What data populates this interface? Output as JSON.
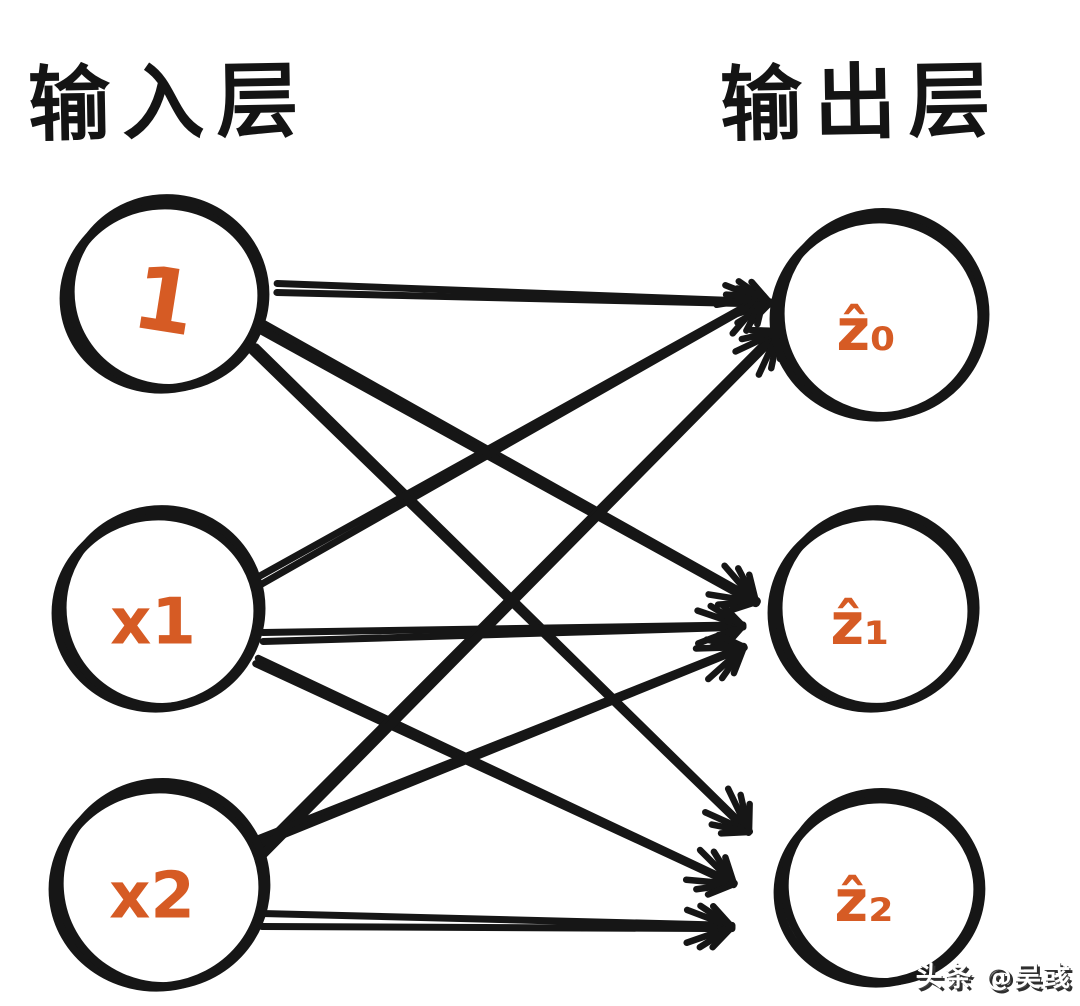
{
  "titles": {
    "input_layer": "输入层",
    "output_layer": "输出层"
  },
  "watermark": {
    "text": "头条 @吴彧"
  },
  "colors": {
    "ink": "#161616",
    "accent": "#d65b24",
    "background": "#ffffff"
  },
  "diagram": {
    "type": "neural-network",
    "style": "hand-drawn",
    "input_nodes": [
      {
        "id": "bias",
        "label": "1"
      },
      {
        "id": "x1",
        "label": "x1"
      },
      {
        "id": "x2",
        "label": "x2"
      }
    ],
    "output_nodes": [
      {
        "id": "z0",
        "label": "ẑ₀"
      },
      {
        "id": "z1",
        "label": "ẑ₁"
      },
      {
        "id": "z2",
        "label": "ẑ₂"
      }
    ],
    "edges": [
      {
        "from": "bias",
        "to": "z0"
      },
      {
        "from": "bias",
        "to": "z1"
      },
      {
        "from": "bias",
        "to": "z2"
      },
      {
        "from": "x1",
        "to": "z0"
      },
      {
        "from": "x1",
        "to": "z1"
      },
      {
        "from": "x1",
        "to": "z2"
      },
      {
        "from": "x2",
        "to": "z0"
      },
      {
        "from": "x2",
        "to": "z1"
      },
      {
        "from": "x2",
        "to": "z2"
      }
    ]
  }
}
